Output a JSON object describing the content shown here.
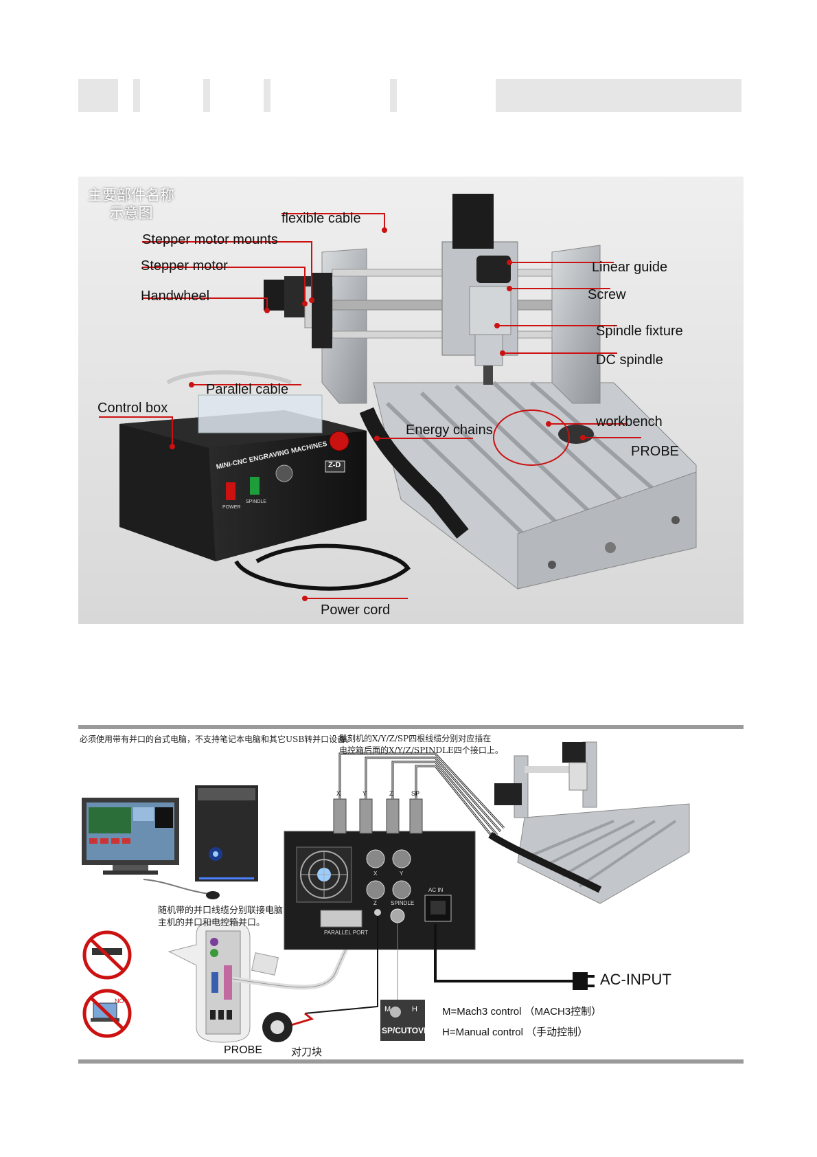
{
  "photo": {
    "caption_cn": [
      "主要部件名称",
      "示意图"
    ],
    "labels": {
      "flexible_cable": "flexible cable",
      "stepper_motor_mounts": "Stepper motor mounts",
      "stepper_motor": "Stepper motor",
      "handwheel": "Handwheel",
      "linear_guide": "Linear guide",
      "screw": "Screw",
      "spindle_fixture": "Spindle fixture",
      "dc_spindle": "DC spindle",
      "parallel_cable": "Parallel cable",
      "control_box": "Control box",
      "energy_chains": "Energy chains",
      "workbench": "workbench",
      "probe": "PROBE",
      "power_cord": "Power cord"
    },
    "panel_text": {
      "machine_name": "MINI-CNC ENGRAVING MACHINES",
      "model": "Z-D",
      "power": "POWER",
      "spindle": "SPINDLE"
    },
    "colors": {
      "leader": "#cc1111",
      "box": "#1c1c1c",
      "frame": "#b9bcc0"
    }
  },
  "diagram": {
    "note_top_left": "必须使用带有并口的台式电脑，不支持笔记本电脑和其它USB转并口设备。",
    "note_top_right": [
      "雕刻机的X/Y/Z/SP四根线缆分别对应插在",
      "电控箱后面的X/Y/Z/SPINDLE四个接口上。"
    ],
    "connector_letters": [
      "X",
      "Y",
      "Z",
      "SP"
    ],
    "port_labels": {
      "x": "X",
      "y": "Y",
      "z": "Z",
      "spindle": "SPINDLE",
      "ac_in": "AC IN",
      "parallel_port": "PARALLEL PORT"
    },
    "note_cable": [
      "随机带的并口线缆分别联接电脑",
      "主机的并口和电控箱并口。"
    ],
    "no_label": "NO",
    "ac_input": "AC-INPUT",
    "switch_letters": {
      "m": "M",
      "h": "H"
    },
    "switch_caption": "SP/CUTOVER",
    "legend": [
      "M=Mach3 control （MACH3控制）",
      "H=Manual control （手动控制）"
    ],
    "probe": "PROBE",
    "probe_cn": "对刀块"
  }
}
